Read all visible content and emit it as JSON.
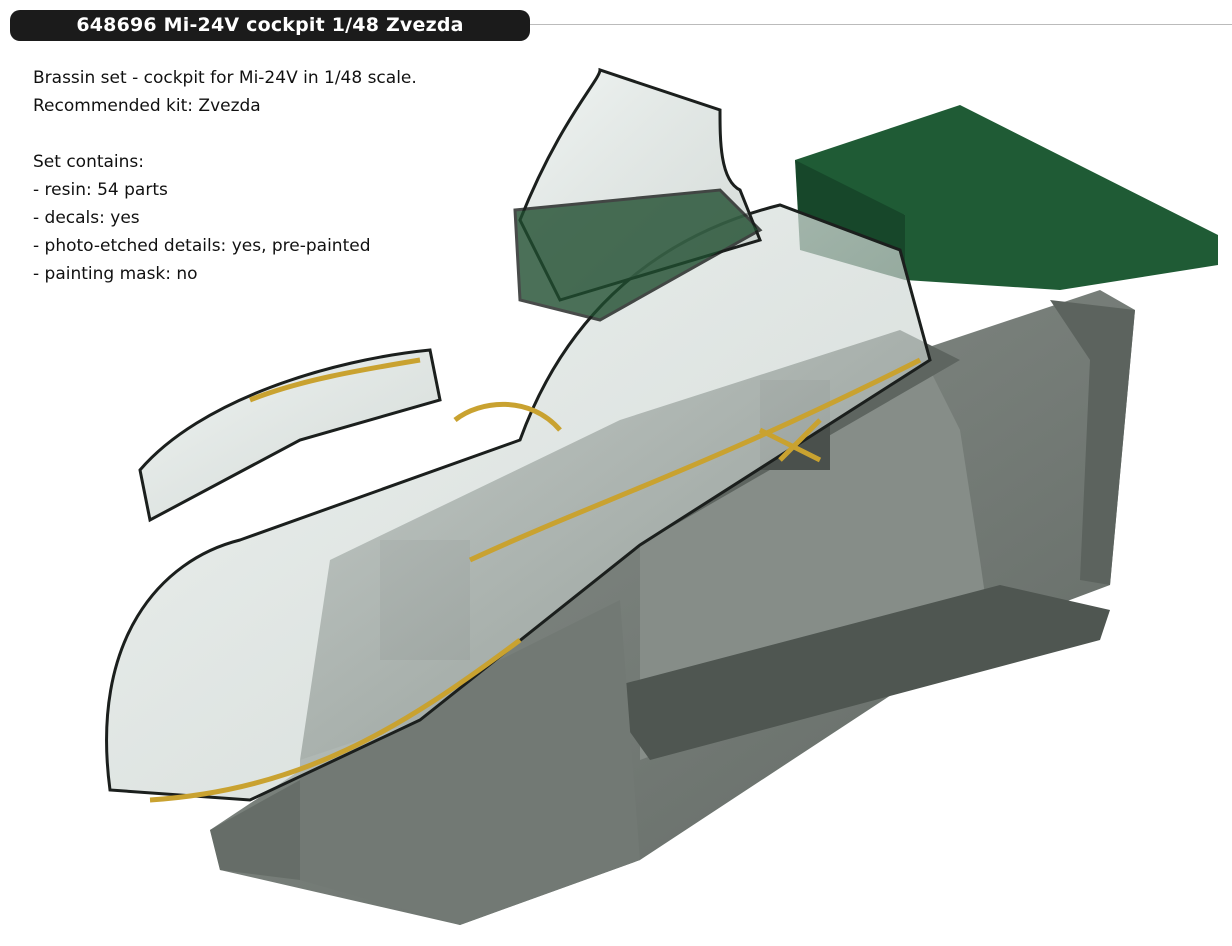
{
  "header": {
    "title": "648696  Mi-24V cockpit  1/48  Zvezda"
  },
  "description": {
    "line1": "Brassin set - cockpit for Mi-24V in 1/48 scale.",
    "line2": "Recommended kit: Zvezda",
    "contents_heading": "Set contains:",
    "items": [
      "- resin: 54 parts",
      "- decals: yes",
      "- photo-etched details: yes, pre-painted",
      "- painting mask: no"
    ]
  },
  "colors": {
    "resin_gray": "#7b827d",
    "panel_green": "#1f5b35",
    "brass": "#c9a230",
    "title_bg": "#1b1b1b"
  }
}
